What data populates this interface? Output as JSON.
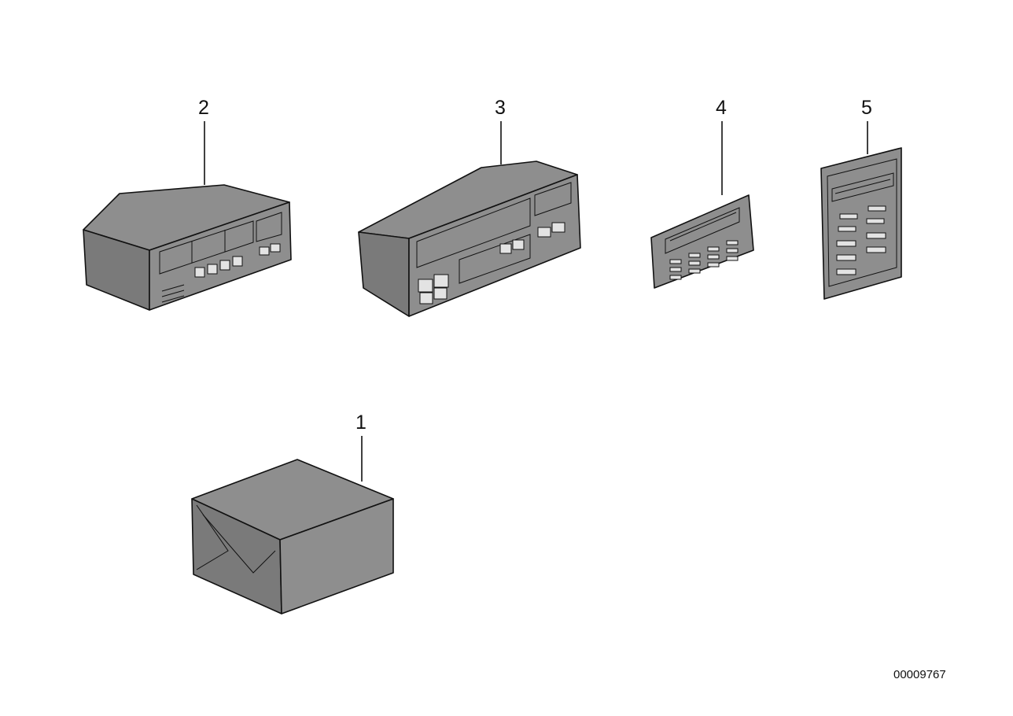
{
  "callouts": [
    {
      "id": "1",
      "label": "1"
    },
    {
      "id": "2",
      "label": "2"
    },
    {
      "id": "3",
      "label": "3"
    },
    {
      "id": "4",
      "label": "4"
    },
    {
      "id": "5",
      "label": "5"
    }
  ],
  "document_number": "00009767",
  "colors": {
    "line": "#111111",
    "fill": "#8a8a8a",
    "paper": "#ffffff"
  }
}
